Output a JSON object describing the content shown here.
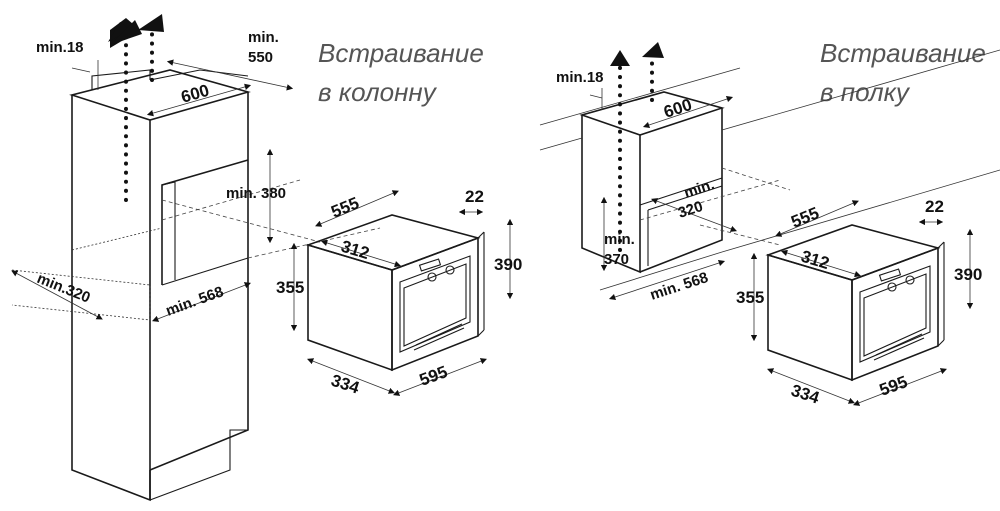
{
  "captions": {
    "column_line1": "Встраивание",
    "column_line2": "в колонну",
    "shelf_line1": "Встраивание",
    "shelf_line2": "в полку"
  },
  "column": {
    "gap": "min.18",
    "depth": "min.\n550",
    "width": "600",
    "niche_height": "min. 380",
    "niche_width": "min. 568",
    "cut_depth": "min.320"
  },
  "shelf": {
    "gap": "min.18",
    "width": "600",
    "niche_depth": "min.\n320",
    "niche_height": "min.\n370",
    "niche_width": "min. 568"
  },
  "oven": {
    "depth": "555",
    "inner_depth": "312",
    "panel": "22",
    "total_height": "390",
    "body_height": "355",
    "body_depth": "334",
    "width": "595"
  }
}
